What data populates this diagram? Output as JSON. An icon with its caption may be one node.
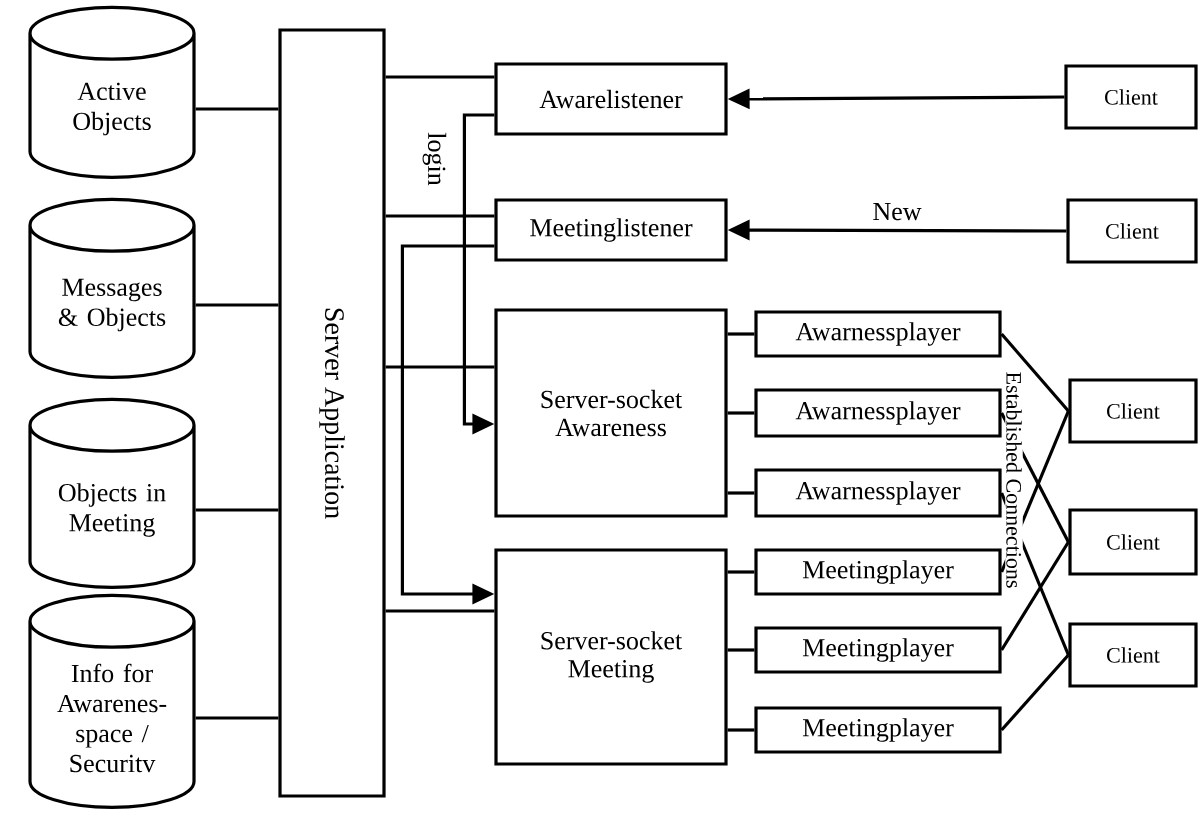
{
  "diagram": {
    "nodes": [
      {
        "text": [
          "Active Objects"
        ]
      },
      {
        "text": [
          "Messages & Objects"
        ]
      },
      {
        "text": [
          "Objects in Meeting"
        ]
      },
      {
        "text": [
          "Info for Awarenes-space / Securitv"
        ]
      },
      {
        "text": [
          "Server Application"
        ]
      },
      {
        "text": [
          "Awarelistener"
        ]
      },
      {
        "text": [
          "Client"
        ]
      },
      {
        "text": [
          "Meetinglistener"
        ]
      },
      {
        "text": [
          "Client"
        ]
      },
      {
        "text": [
          "Server-socket Awareness"
        ]
      },
      {
        "text": [
          "Server-socket Meeting"
        ]
      },
      {
        "text": [
          "Awarnessplayer"
        ]
      },
      {
        "text": [
          "Awarnessplayer"
        ]
      },
      {
        "text": [
          "Awarnessplayer"
        ]
      },
      {
        "text": [
          "Meetingplayer"
        ]
      },
      {
        "text": [
          "Meetingplayer"
        ]
      },
      {
        "text": [
          "Meetingplayer"
        ]
      },
      {
        "text": [
          "Client"
        ]
      },
      {
        "text": [
          "Client"
        ]
      },
      {
        "text": [
          "Client"
        ]
      }
    ],
    "edges": [
      {
        "from": 0,
        "to": 4,
        "arrow": "none"
      },
      {
        "from": 1,
        "to": 4,
        "arrow": "none"
      },
      {
        "from": 2,
        "to": 4,
        "arrow": "none"
      },
      {
        "from": 3,
        "to": 4,
        "arrow": "none"
      },
      {
        "from": 4,
        "to": 5,
        "arrow": "none"
      },
      {
        "from": 4,
        "to": 7,
        "arrow": "none"
      },
      {
        "from": 4,
        "to": 9,
        "arrow": "none"
      },
      {
        "from": 4,
        "to": 10,
        "arrow": "none"
      },
      {
        "from": 6,
        "to": 5,
        "arrow": "to"
      },
      {
        "from": 8,
        "to": 7,
        "arrow": "to",
        "label": "New"
      },
      {
        "from": 5,
        "to": 9,
        "arrow": "to",
        "label": "login"
      },
      {
        "from": 7,
        "to": 10,
        "arrow": "to"
      },
      {
        "from": 9,
        "to": 11,
        "arrow": "none"
      },
      {
        "from": 9,
        "to": 12,
        "arrow": "none"
      },
      {
        "from": 9,
        "to": 13,
        "arrow": "none"
      },
      {
        "from": 10,
        "to": 14,
        "arrow": "none"
      },
      {
        "from": 10,
        "to": 15,
        "arrow": "none"
      },
      {
        "from": 10,
        "to": 16,
        "arrow": "none"
      },
      {
        "from": 11,
        "to": 17,
        "arrow": "none"
      },
      {
        "from": 12,
        "to": 18,
        "arrow": "none"
      },
      {
        "from": 13,
        "to": 19,
        "arrow": "none"
      },
      {
        "from": 14,
        "to": 17,
        "arrow": "none"
      },
      {
        "from": 15,
        "to": 18,
        "arrow": "none"
      },
      {
        "from": 16,
        "to": 19,
        "arrow": "none"
      }
    ],
    "labels": [
      "Established Connections"
    ]
  }
}
